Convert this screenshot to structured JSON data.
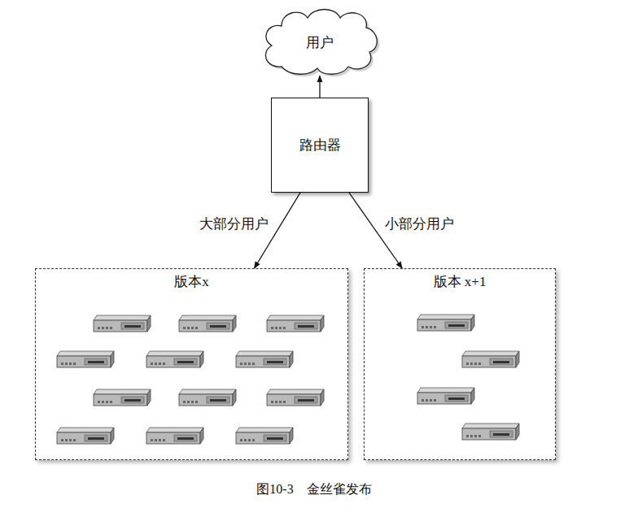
{
  "diagram": {
    "caption": "图10-3　金丝雀发布",
    "nodes": [
      {
        "text": [
          "用户"
        ]
      },
      {
        "text": [
          "路由器"
        ]
      },
      {
        "text": [
          "版本x"
        ]
      },
      {
        "text": [
          "版本 x+1"
        ]
      }
    ],
    "edges": [
      {
        "from": 1,
        "to": 0,
        "arrow": "to"
      },
      {
        "from": 1,
        "to": 2,
        "label": "大部分用户",
        "arrow": "to"
      },
      {
        "from": 1,
        "to": 3,
        "label": "小部分用户",
        "arrow": "to"
      }
    ]
  }
}
